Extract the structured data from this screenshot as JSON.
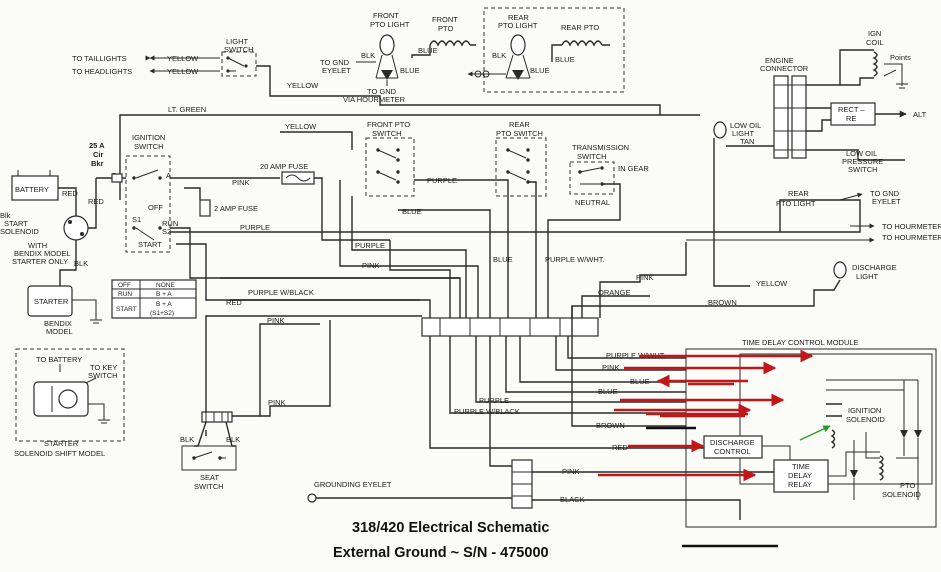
{
  "title": {
    "line1": "318/420 Electrical Schematic",
    "line2": "External Ground  ~  S/N  - 475000"
  },
  "labels": {
    "to_taillights": "TO TAILLIGHTS",
    "to_headlights": "TO HEADLIGHTS",
    "yellow": "YELLOW",
    "light_switch_1": "LIGHT",
    "light_switch_2": "SWITCH",
    "front_pto_light_1": "FRONT",
    "front_pto_light_2": "PTO LIGHT",
    "front_pto_1": "FRONT",
    "front_pto_2": "PTO",
    "rear_pto_light_1": "REAR",
    "rear_pto_light_2": "PTO LIGHT",
    "rear_pto": "REAR PTO",
    "blk": "BLK",
    "blue": "BLUE",
    "to_gnd_eyelet_1": "TO GND",
    "to_gnd_eyelet_2": "EYELET",
    "to_gnd_via_hourmeter_1": "TO GND",
    "to_gnd_via_hourmeter_2": "VIA HOURMETER",
    "engine_connector_1": "ENGINE",
    "engine_connector_2": "CONNECTOR",
    "ign_coil_1": "IGN",
    "ign_coil_2": "COIL",
    "points": "Points",
    "rect_1": "RECT –",
    "rect_2": "RE",
    "alt": "ALT",
    "low_oil_light_1": "LOW OIL",
    "low_oil_light_2": "LIGHT",
    "tan": "TAN",
    "low_oil_pressure_1": "LOW OIL",
    "low_oil_pressure_2": "PRESSURE",
    "low_oil_pressure_3": "SWITCH",
    "lt_green": "LT. GREEN",
    "front_pto_switch_1": "FRONT PTO",
    "front_pto_switch_2": "SWITCH",
    "rear_pto_switch_1": "REAR",
    "rear_pto_switch_2": "PTO SWITCH",
    "transmission_switch_1": "TRANSMISSION",
    "transmission_switch_2": "SWITCH",
    "in_gear": "IN GEAR",
    "neutral": "NEUTRAL",
    "cir_bkr_1": "25 A",
    "cir_bkr_2": "Cir",
    "cir_bkr_3": "Bkr",
    "ignition_switch_1": "IGNITION",
    "ignition_switch_2": "SWITCH",
    "fuse_20": "20 AMP FUSE",
    "fuse_2": "2 AMP FUSE",
    "pink": "PINK",
    "purple": "PURPLE",
    "battery": "BATTERY",
    "red": "RED",
    "blk_left": "Blk",
    "start_solenoid_1": "START",
    "start_solenoid_2": "SOLENOID",
    "bendix_note_1": "WITH",
    "bendix_note_2": "BENDIX MODEL",
    "bendix_note_3": "STARTER ONLY",
    "sw_b": "B",
    "sw_a": "A",
    "sw_off": "OFF",
    "sw_s1": "S1",
    "sw_run": "RUN",
    "sw_s2": "S2",
    "sw_start": "START",
    "rear_pto_light_r1": "REAR",
    "rear_pto_light_r2": "PTO LIGHT",
    "to_hourmeter": "TO HOURMETER",
    "discharge_light_1": "DISCHARGE",
    "discharge_light_2": "LIGHT",
    "purple_w_wht": "PURPLE W/WHT.",
    "orange": "ORANGE",
    "brown": "BROWN",
    "starter": "STARTER",
    "bendix_model_1": "BENDIX",
    "bendix_model_2": "MODEL",
    "purple_w_black": "PURPLE W/BLACK",
    "time_delay_module": "TIME DELAY CONTROL MODULE",
    "ignition_solenoid_1": "IGNITION",
    "ignition_solenoid_2": "SOLENOID",
    "discharge_control_1": "DISCHARGE",
    "discharge_control_2": "CONTROL",
    "time_delay_relay_1": "TIME",
    "time_delay_relay_2": "DELAY",
    "time_delay_relay_3": "RELAY",
    "pto_solenoid_1": "PTO",
    "pto_solenoid_2": "SOLENOID",
    "to_battery": "TO BATTERY",
    "to_key_switch_1": "TO KEY",
    "to_key_switch_2": "SWITCH",
    "starter_shift_1": "STARTER",
    "starter_shift_2": "SOLENOID SHIFT MODEL",
    "seat_switch_1": "SEAT",
    "seat_switch_2": "SWITCH",
    "grounding_eyelet": "GROUNDING EYELET",
    "black": "BLACK"
  },
  "truth_table": [
    [
      "OFF",
      "NONE"
    ],
    [
      "RUN",
      "B + A"
    ],
    [
      "START",
      "B + A"
    ],
    [
      "",
      "(S1+S2)"
    ]
  ],
  "colors": {
    "wire": "#2a2a2a",
    "arrow": "#c01818",
    "background": "#fbfbf8"
  }
}
